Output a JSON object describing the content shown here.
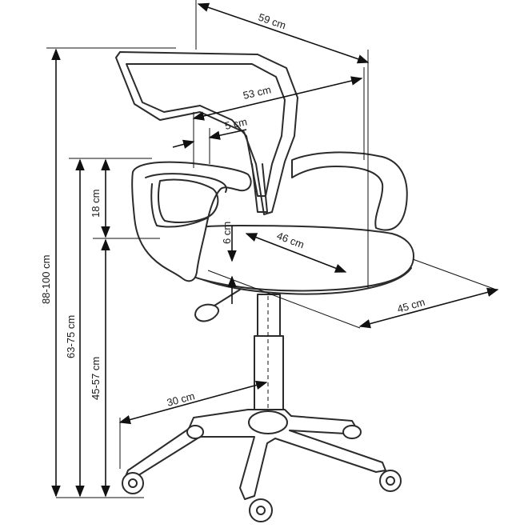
{
  "dimensions": {
    "top_width": "59 cm",
    "backrest_width": "53 cm",
    "backrest_thickness": "5 cm",
    "armrest_height": "18 cm",
    "seat_thickness": "6 cm",
    "seat_depth": "46 cm",
    "seat_width": "45 cm",
    "base_radius": "30 cm",
    "total_height": "88-100 cm",
    "armrest_floor_height": "63-75 cm",
    "seat_height": "45-57 cm"
  },
  "colors": {
    "line": "#2b2b2b",
    "dimension": "#111111"
  }
}
